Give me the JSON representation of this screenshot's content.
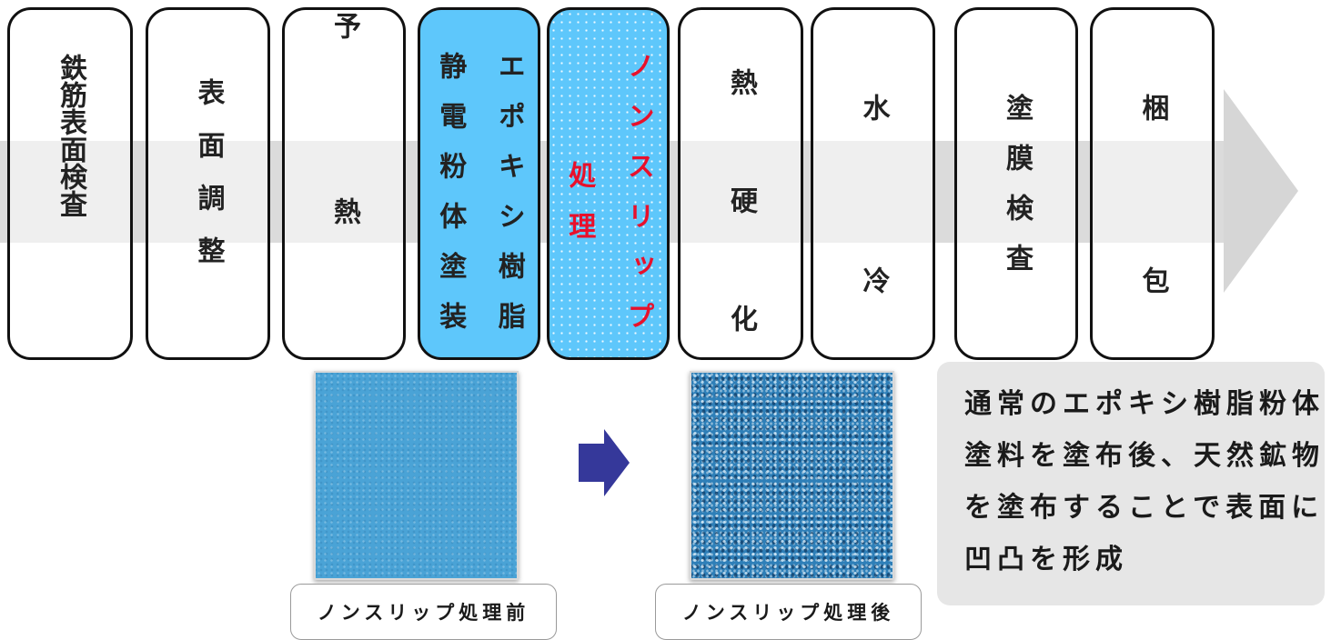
{
  "process_steps": [
    {
      "name": "step-rebar-surface-inspection",
      "columns": [
        {
          "text": "鉄筋表面検査"
        }
      ]
    },
    {
      "name": "step-surface-conditioning",
      "columns": [
        {
          "text": "表面調整"
        }
      ]
    },
    {
      "name": "step-preheating",
      "columns": [
        {
          "text": "予熱"
        }
      ]
    },
    {
      "name": "step-epoxy-coating",
      "columns": [
        {
          "text": "エポキシ樹脂"
        },
        {
          "text": "静電粉体塗装"
        }
      ]
    },
    {
      "name": "step-nonslip-treatment",
      "columns": [
        {
          "text": "ノンスリップ",
          "color": "#e8102b"
        },
        {
          "text": "処理",
          "color": "#e8102b"
        }
      ]
    },
    {
      "name": "step-heat-curing",
      "columns": [
        {
          "text": "熱硬化"
        }
      ]
    },
    {
      "name": "step-water-cooling",
      "columns": [
        {
          "text": "水冷"
        }
      ]
    },
    {
      "name": "step-film-inspection",
      "columns": [
        {
          "text": "塗膜検査"
        }
      ]
    },
    {
      "name": "step-packing",
      "columns": [
        {
          "text": "梱包"
        }
      ]
    }
  ],
  "photos": {
    "before_caption": "ノンスリップ処理前",
    "after_caption": "ノンスリップ処理後"
  },
  "note": {
    "lines": [
      "通常のエポキシ樹脂粉体",
      "塗料を塗布後、天然鉱物",
      "を塗布することで表面に",
      "凹凸を形成"
    ]
  },
  "colors": {
    "highlight_blue": "#5ec7fb",
    "accent_red": "#e8102b",
    "flow_arrow": "#c8c8c8",
    "pointer_arrow": "#35389a"
  }
}
